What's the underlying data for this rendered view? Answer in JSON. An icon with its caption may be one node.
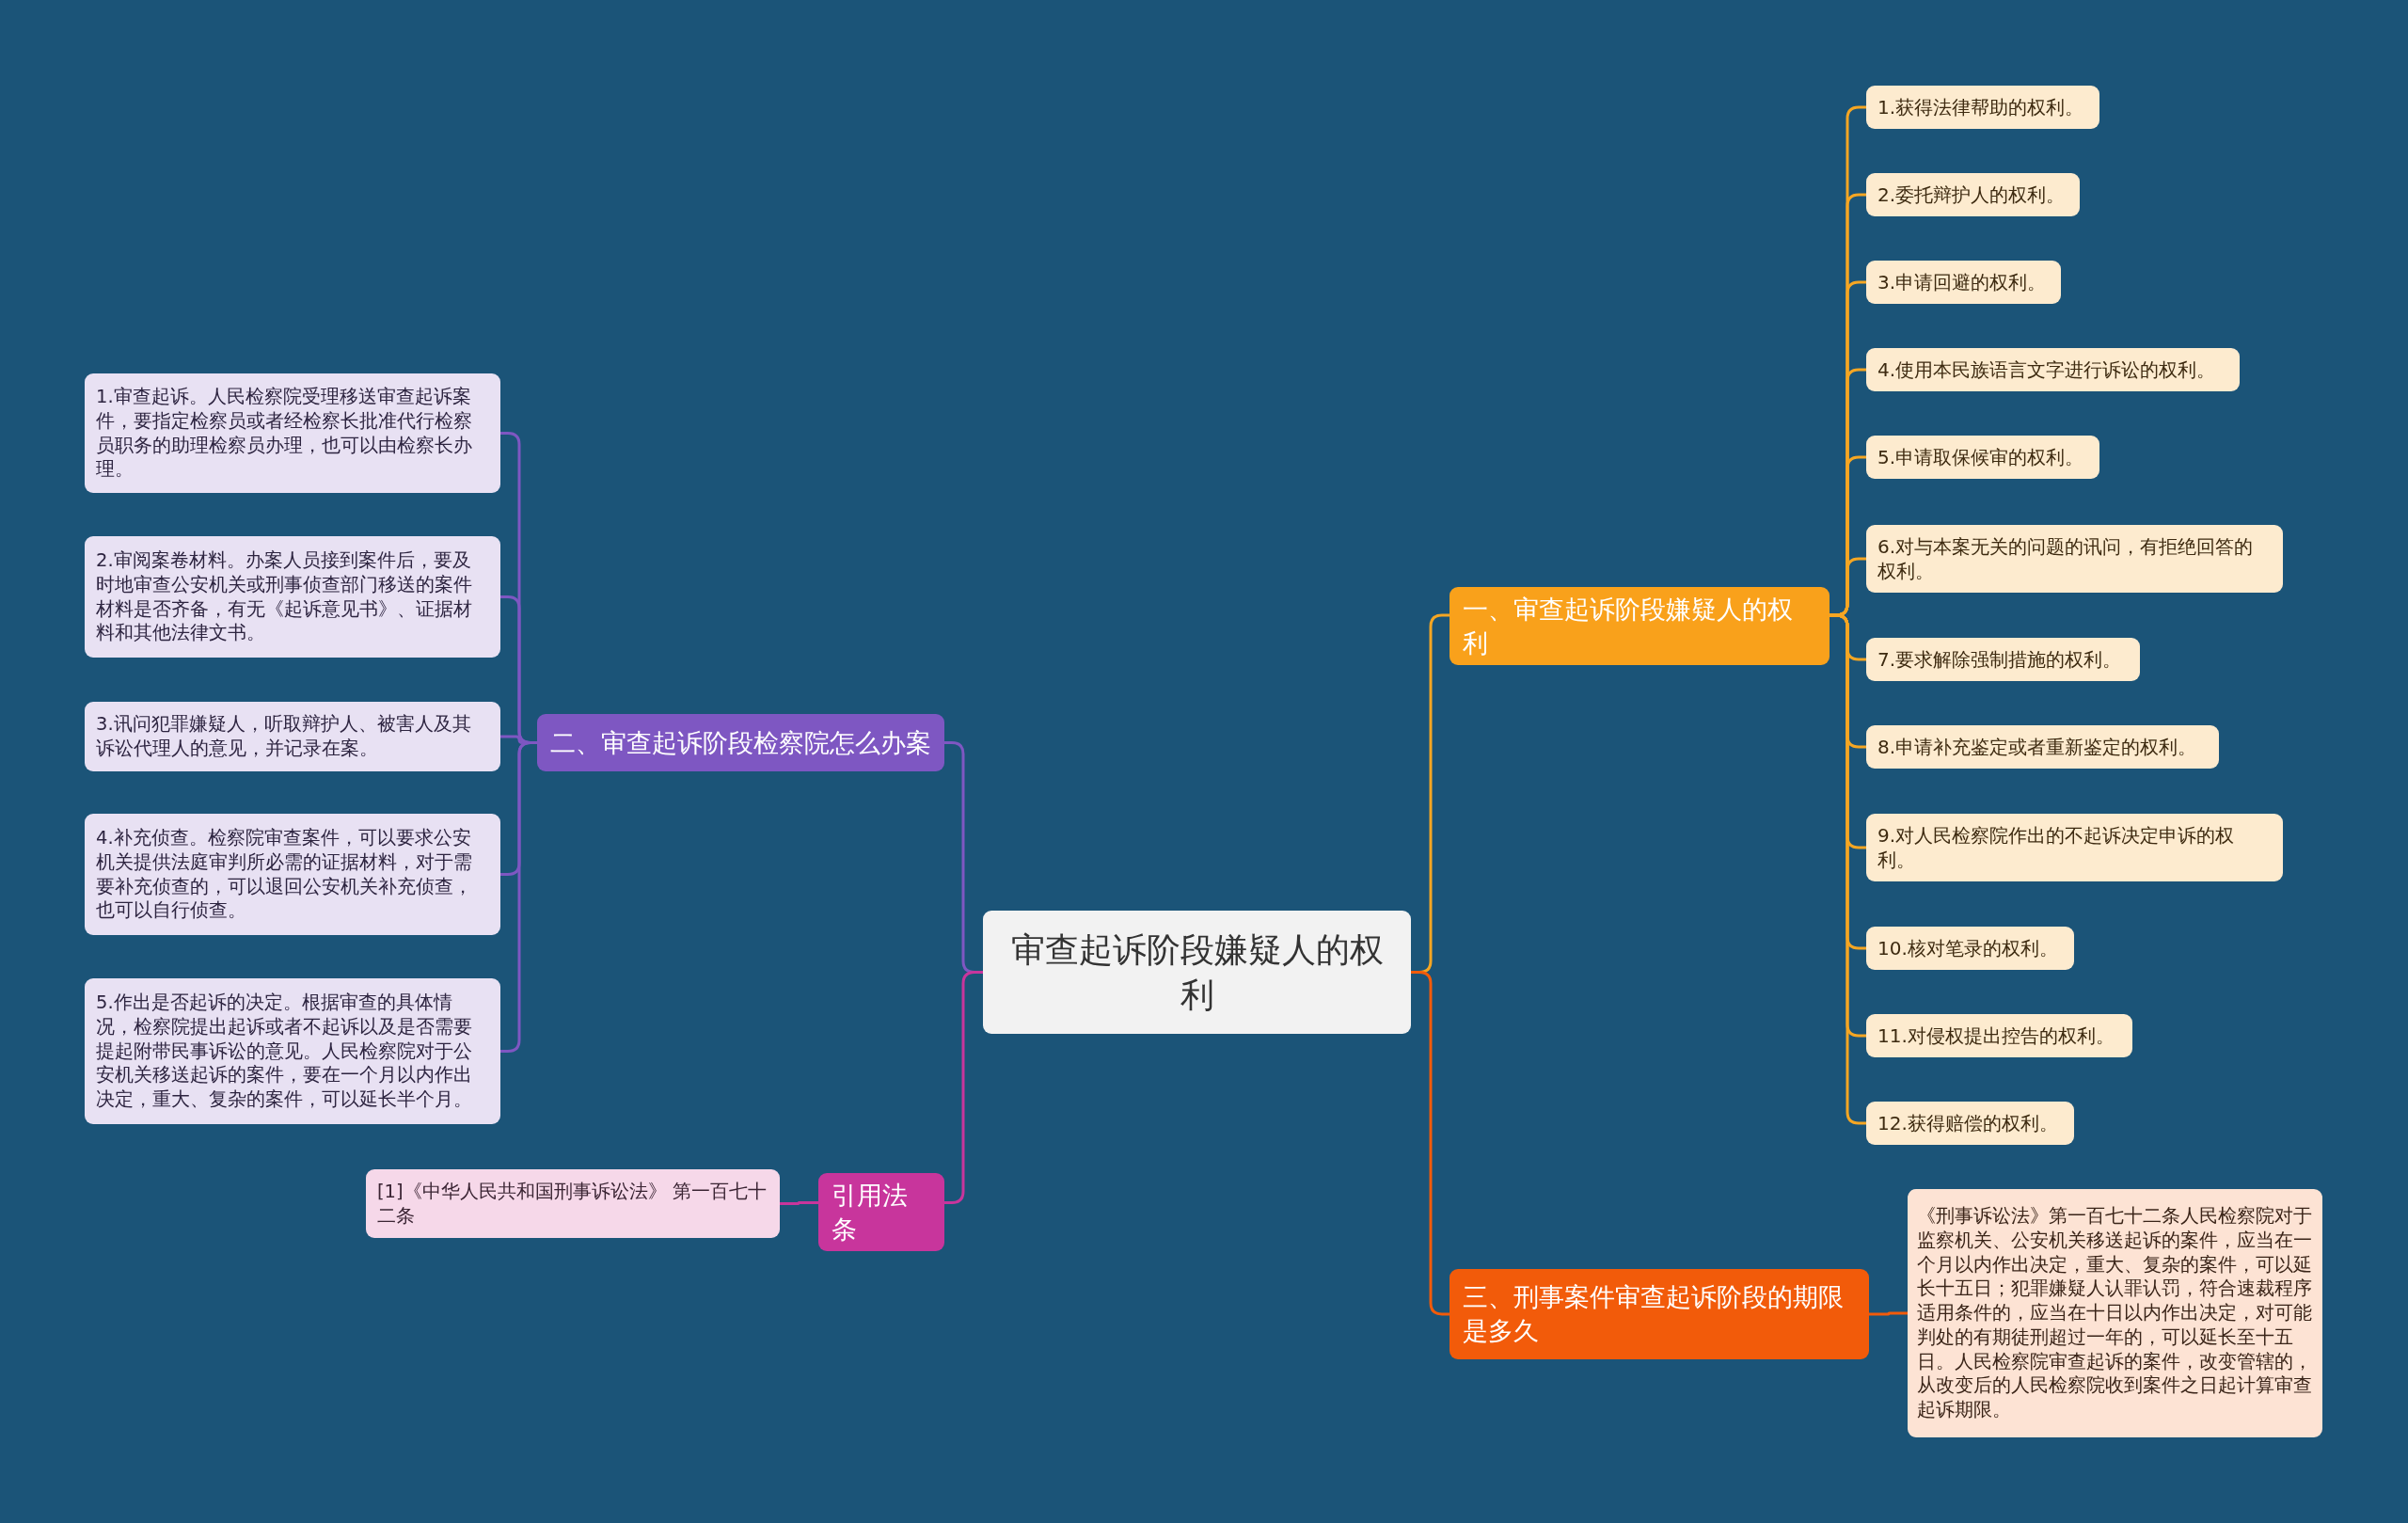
{
  "diagram": {
    "nodes": [
      {
        "text": [
          "审查起诉阶段嫌疑人的权利"
        ]
      },
      {
        "text": [
          "一、审查起诉阶段嫌疑人的权利"
        ]
      },
      {
        "text": [
          "1.获得法律帮助的权利。"
        ]
      },
      {
        "text": [
          "2.委托辩护人的权利。"
        ]
      },
      {
        "text": [
          "3.申请回避的权利。"
        ]
      },
      {
        "text": [
          "4.使用本民族语言文字进行诉讼的权利。"
        ]
      },
      {
        "text": [
          "5.申请取保候审的权利。"
        ]
      },
      {
        "text": [
          "6.对与本案无关的问题的讯问，有拒绝回答的权利。"
        ]
      },
      {
        "text": [
          "7.要求解除强制措施的权利。"
        ]
      },
      {
        "text": [
          "8.申请补充鉴定或者重新鉴定的权利。"
        ]
      },
      {
        "text": [
          "9.对人民检察院作出的不起诉决定申诉的权利。"
        ]
      },
      {
        "text": [
          "10.核对笔录的权利。"
        ]
      },
      {
        "text": [
          "11.对侵权提出控告的权利。"
        ]
      },
      {
        "text": [
          "12.获得赔偿的权利。"
        ]
      },
      {
        "text": [
          "二、审查起诉阶段检察院怎么办案"
        ]
      },
      {
        "text": [
          "1.审查起诉。人民检察院受理移送审查起诉案件，要指定检察员或者经检察长批准代行检察员职务的助理检察员办理，也可以由检察长办理。"
        ]
      },
      {
        "text": [
          "2.审阅案卷材料。办案人员接到案件后，要及时地审查公安机关或刑事侦查部门移送的案件材料是否齐备，有无《起诉意见书》、证据材料和其他法律文书。"
        ]
      },
      {
        "text": [
          "3.讯问犯罪嫌疑人，听取辩护人、被害人及其诉讼代理人的意见，并记录在案。"
        ]
      },
      {
        "text": [
          "4.补充侦查。检察院审查案件，可以要求公安机关提供法庭审判所必需的证据材料，对于需要补充侦查的，可以退回公安机关补充侦查，也可以自行侦查。"
        ]
      },
      {
        "text": [
          "5.作出是否起诉的决定。根据审查的具体情况，检察院提出起诉或者不起诉以及是否需要提起附带民事诉讼的意见。人民检察院对于公安机关移送起诉的案件，要在一个月以内作出决定，重大、复杂的案件，可以延长半个月。"
        ]
      },
      {
        "text": [
          "引用法条"
        ]
      },
      {
        "text": [
          "[1]《中华人民共和国刑事诉讼法》 第一百七十二条"
        ]
      },
      {
        "text": [
          "三、刑事案件审查起诉阶段的期限是多久"
        ]
      },
      {
        "text": [
          "《刑事诉讼法》第一百七十二条人民检察院对于监察机关、公安机关移送起诉的案件，应当在一个月以内作出决定，重大、复杂的案件，可以延长十五日；犯罪嫌疑人认罪认罚，符合速裁程序适用条件的，应当在十日以内作出决定，对可能判处的有期徒刑超过一年的，可以延长至十五日。人民检察院审查起诉的案件，改变管辖的，从改变后的人民检察院收到案件之日起计算审查起诉期限。"
        ]
      }
    ],
    "edges": [
      {
        "from": 0,
        "to": 1,
        "arrow": "none"
      },
      {
        "from": 1,
        "to": 2,
        "arrow": "none"
      },
      {
        "from": 1,
        "to": 3,
        "arrow": "none"
      },
      {
        "from": 1,
        "to": 4,
        "arrow": "none"
      },
      {
        "from": 1,
        "to": 5,
        "arrow": "none"
      },
      {
        "from": 1,
        "to": 6,
        "arrow": "none"
      },
      {
        "from": 1,
        "to": 7,
        "arrow": "none"
      },
      {
        "from": 1,
        "to": 8,
        "arrow": "none"
      },
      {
        "from": 1,
        "to": 9,
        "arrow": "none"
      },
      {
        "from": 1,
        "to": 10,
        "arrow": "none"
      },
      {
        "from": 1,
        "to": 11,
        "arrow": "none"
      },
      {
        "from": 1,
        "to": 12,
        "arrow": "none"
      },
      {
        "from": 1,
        "to": 13,
        "arrow": "none"
      },
      {
        "from": 0,
        "to": 14,
        "arrow": "none",
        "color": "#7e57c2"
      },
      {
        "from": 14,
        "to": 15,
        "arrow": "none",
        "color": "#7e57c2"
      },
      {
        "from": 14,
        "to": 16,
        "arrow": "none",
        "color": "#7e57c2"
      },
      {
        "from": 14,
        "to": 17,
        "arrow": "none",
        "color": "#7e57c2"
      },
      {
        "from": 14,
        "to": 18,
        "arrow": "none",
        "color": "#7e57c2"
      },
      {
        "from": 14,
        "to": 19,
        "arrow": "none",
        "color": "#7e57c2"
      },
      {
        "from": 0,
        "to": 20,
        "arrow": "none",
        "color": "#c8359c"
      },
      {
        "from": 20,
        "to": 21,
        "arrow": "none",
        "color": "#c8359c"
      },
      {
        "from": 0,
        "to": 22,
        "arrow": "none",
        "color": "#f25b0a"
      },
      {
        "from": 22,
        "to": 23,
        "arrow": "none",
        "color": "#f25b0a"
      }
    ]
  }
}
